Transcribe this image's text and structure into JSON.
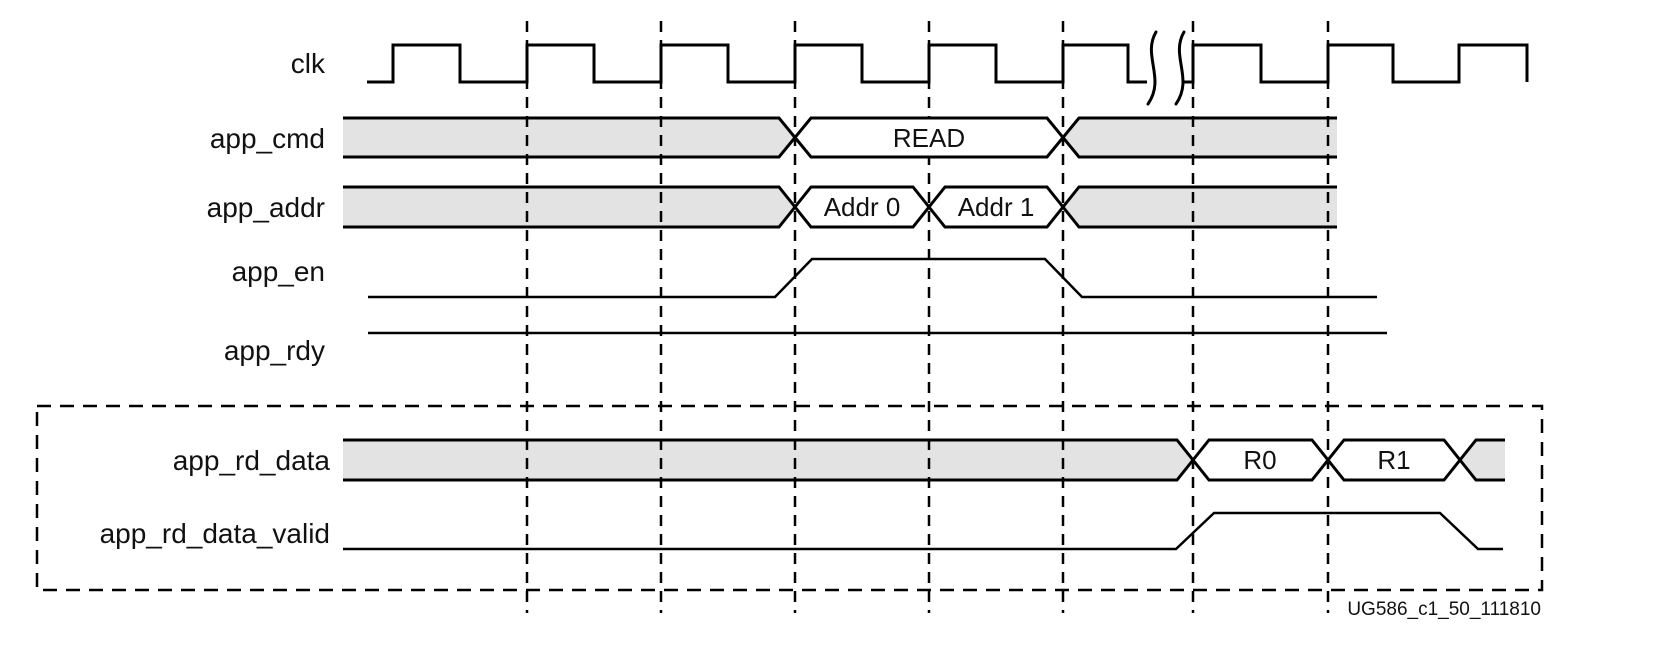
{
  "figure": {
    "caption": "UG586_c1_50_111810",
    "colors": {
      "stroke": "#000000",
      "bus_fill": "#e3e3e3",
      "background": "#ffffff"
    },
    "signals": {
      "clk": {
        "label": "clk"
      },
      "app_cmd": {
        "label": "app_cmd",
        "values": {
          "v0": "READ"
        }
      },
      "app_addr": {
        "label": "app_addr",
        "values": {
          "v0": "Addr 0",
          "v1": "Addr 1"
        }
      },
      "app_en": {
        "label": "app_en"
      },
      "app_rdy": {
        "label": "app_rdy"
      },
      "app_rd_data": {
        "label": "app_rd_data",
        "values": {
          "v0": "R0",
          "v1": "R1"
        }
      },
      "app_rd_data_valid": {
        "label": "app_rd_data_valid"
      }
    }
  }
}
